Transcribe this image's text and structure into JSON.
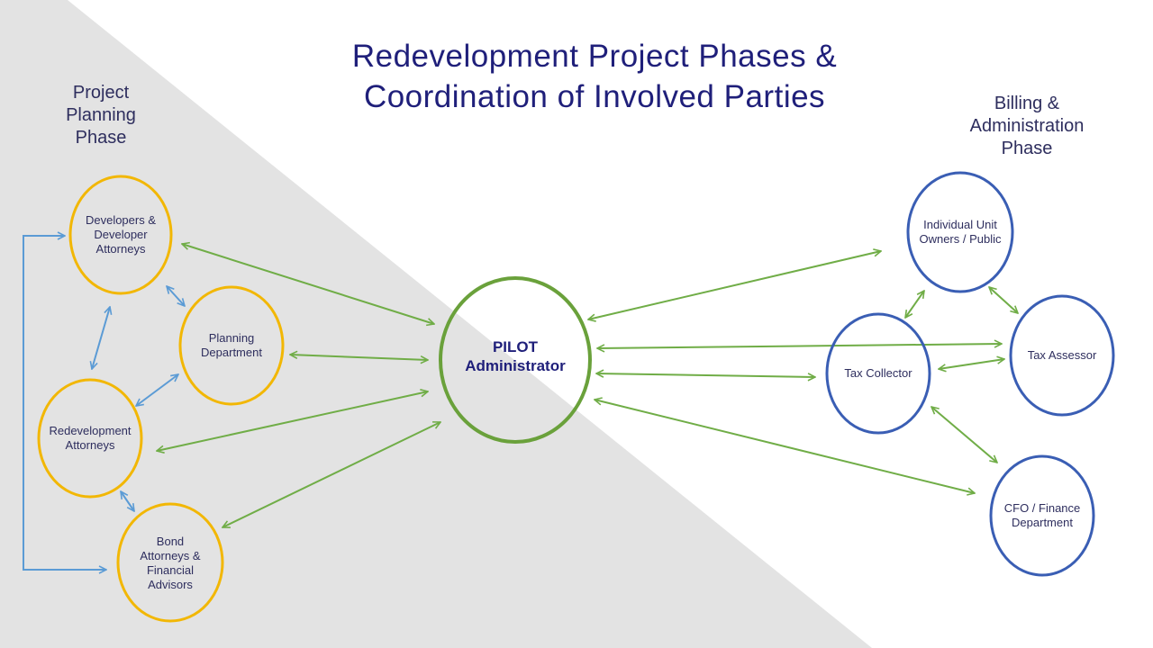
{
  "title": {
    "line1": "Redevelopment Project Phases &",
    "line2": "Coordination of Involved Parties"
  },
  "phases": {
    "planning": "Project\nPlanning\nPhase",
    "billing": "Billing &\nAdministration\nPhase"
  },
  "nodes": {
    "developers": "Developers &\nDeveloper\nAttorneys",
    "planning_dept": "Planning\nDepartment",
    "redevelopment": "Redevelopment\nAttorneys",
    "bond": "Bond\nAttorneys &\nFinancial\nAdvisors",
    "pilot": "PILOT\nAdministrator",
    "unit_owners": "Individual Unit\nOwners / Public",
    "tax_collector": "Tax Collector",
    "tax_assessor": "Tax Assessor",
    "cfo": "CFO / Finance\nDepartment"
  },
  "colors": {
    "planning_node": "#f2b705",
    "billing_node": "#3a5eb4",
    "center_node": "#6aa13b",
    "green_arrow": "#70ad47",
    "blue_arrow": "#5b9bd5",
    "background_triangle": "#e3e3e3",
    "title_text": "#1f1f7a"
  }
}
